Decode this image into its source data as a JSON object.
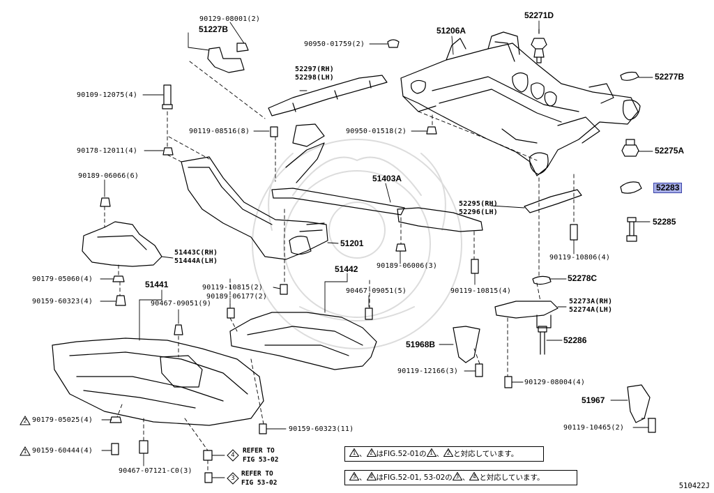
{
  "labels": {
    "p90129_08001": "90129-08001(2)",
    "p51227B": "51227B",
    "p90950_01759": "90950-01759(2)",
    "p51206A": "51206A",
    "p52271D": "52271D",
    "p52297": "52297(RH)",
    "p52298": "52298(LH)",
    "p52277B": "52277B",
    "p90109_12075": "90109-12075(4)",
    "p90119_08516": "90119-08516(8)",
    "p90950_01518": "90950-01518(2)",
    "p90178_12011": "90178-12011(4)",
    "p52275A": "52275A",
    "p90189_06066": "90189-06066(6)",
    "p51403A": "51403A",
    "p52283": "52283",
    "p52295": "52295(RH)",
    "p52296": "52296(LH)",
    "p52285": "52285",
    "p51201": "51201",
    "p51443C": "51443C(RH)",
    "p51444A": "51444A(LH)",
    "p90189_06006": "90189-06006(3)",
    "p90119_10806": "90119-10806(4)",
    "p51442": "51442",
    "p90179_05060": "90179-05060(4)",
    "p52278C": "52278C",
    "p51441": "51441",
    "p90119_10815_2": "90119-10815(2)",
    "p90467_09051_5": "90467-09051(5)",
    "p90119_10815_4": "90119-10815(4)",
    "p90159_60323_4": "90159-60323(4)",
    "p90467_09051_9": "90467-09051(9)",
    "p90189_06177": "90189-06177(2)",
    "p52273A": "52273A(RH)",
    "p52274A": "52274A(LH)",
    "p52286": "52286",
    "p51968B": "51968B",
    "p90119_12166": "90119-12166(3)",
    "p90129_08004": "90129-08004(4)",
    "p51967": "51967",
    "p90179_05025": "90179-05025(4)",
    "p90159_60323_11": "90159-60323(11)",
    "p90119_10465": "90119-10465(2)",
    "p90159_60444": "90159-60444(4)",
    "p90467_07121": "90467-07121-C0(3)",
    "refer_to": "REFER TO",
    "fig_53_02": "FIG 53-02"
  },
  "marks": {
    "m1": "1",
    "m2": "2",
    "m3": "3",
    "m4": "4"
  },
  "notes": {
    "n1_mid": "はFIG.52-01の",
    "n1_end": "と対応しています。",
    "n2_mid": "はFIG.52-01, 53-02の",
    "n2_end": "と対応しています。",
    "sep": "、"
  },
  "figure_number": "510422J",
  "highlight": {
    "part": "52283",
    "fill": "#a7aee8",
    "border": "#3b44a8"
  }
}
